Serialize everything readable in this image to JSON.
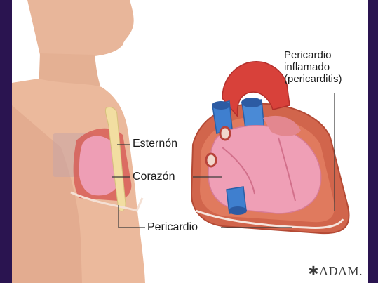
{
  "labels": {
    "esternon": "Esternón",
    "corazon": "Corazón",
    "pericardio": "Pericardio",
    "pericardio_inflamado_line1": "Pericardio",
    "pericardio_inflamado_line2": "inflamado",
    "pericardio_inflamado_line3": "(pericarditis)"
  },
  "logo": {
    "text": "ADAM.",
    "mark_icon": "star-icon"
  },
  "colors": {
    "background": "#2a1450",
    "frame": "#ffffff",
    "skin": "#e9b79a",
    "heart_pink": "#ef9ab3",
    "heart_red": "#d6443c",
    "vessel_blue": "#3f7fcf",
    "sternum": "#f1dea0",
    "pericardium": "#c95a44"
  }
}
